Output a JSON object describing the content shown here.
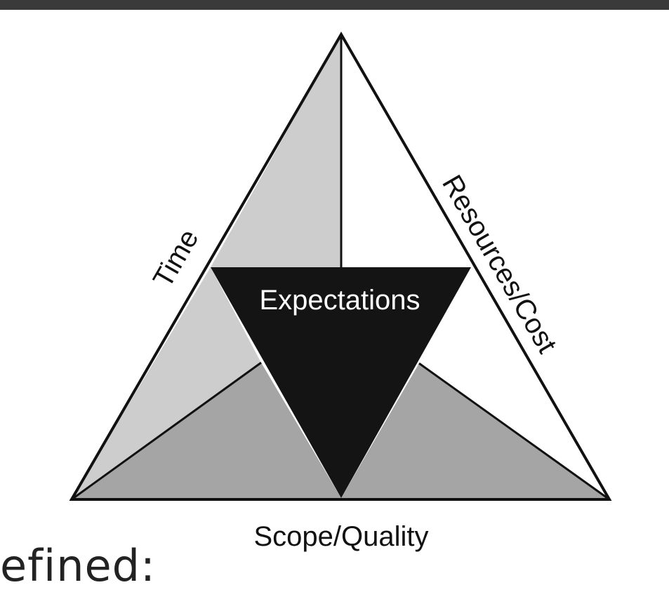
{
  "labels": {
    "time": "Time",
    "resources_cost": "Resources/Cost",
    "scope_quality": "Scope/Quality",
    "expectations": "Expectations"
  },
  "bottom_text": "efined:",
  "colors": {
    "top_bar": "#3a3a3a",
    "light_gray": "#cdcdcd",
    "mid_gray": "#a5a5a5",
    "black": "#141414",
    "white": "#ffffff"
  }
}
